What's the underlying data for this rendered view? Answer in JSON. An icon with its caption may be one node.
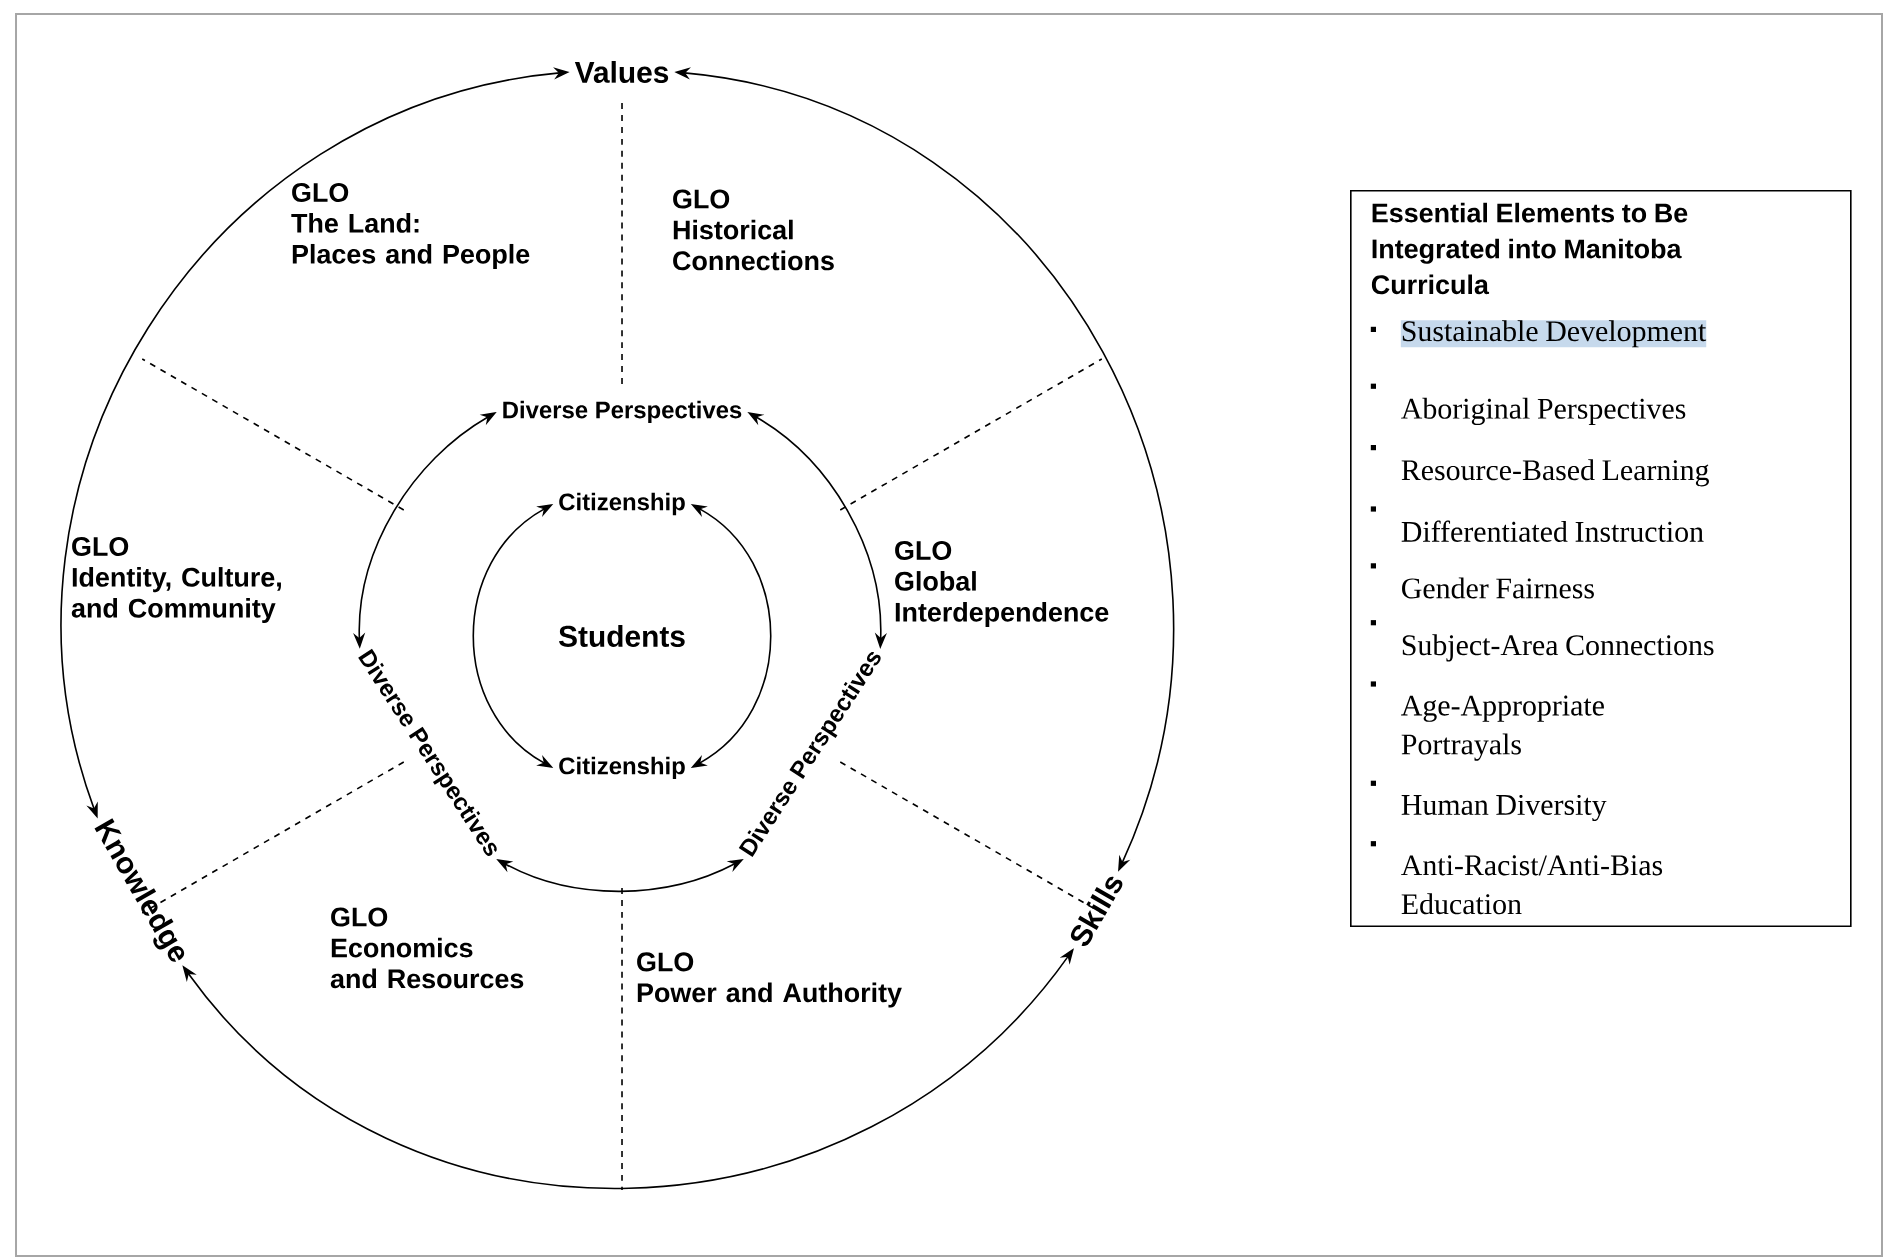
{
  "diagram": {
    "nodes": [
      {
        "text": [
          "Values"
        ]
      },
      {
        "text": [
          "Skills"
        ]
      },
      {
        "text": [
          "Knowledge"
        ]
      },
      {
        "text": [
          "GLO",
          "The Land: Places and People"
        ]
      },
      {
        "text": [
          "GLO",
          "Historical Connections"
        ]
      },
      {
        "text": [
          "GLO",
          "Identity, Culture, and Community"
        ]
      },
      {
        "text": [
          "GLO",
          "Global Interdependence"
        ]
      },
      {
        "text": [
          "GLO",
          "Economics and Resources"
        ]
      },
      {
        "text": [
          "GLO",
          "Power  and  Authority"
        ]
      },
      {
        "text": [
          "Diverse Perspectives"
        ]
      },
      {
        "text": [
          "Diverse Perspectives"
        ]
      },
      {
        "text": [
          "Diverse Perspectives"
        ]
      },
      {
        "text": [
          "Citizenship"
        ]
      },
      {
        "text": [
          "Citizenship"
        ]
      },
      {
        "text": [
          "Students"
        ]
      },
      {
        "text": [
          "Essential Elements to Be Integrated into Manitoba Curricula",
          "Sustainable Development",
          "Aboriginal Perspectives",
          "Resource-Based Learning",
          "Differentiated Instruction",
          "Gender Fairness",
          "Subject-Area Connections",
          "Age-Appropriate Portrayals",
          "Human Diversity",
          "Anti-Racist/Anti-Bias Education"
        ]
      }
    ],
    "edges": [
      {
        "from": 0,
        "to": 2,
        "arrow": "both"
      },
      {
        "from": 0,
        "to": 1,
        "arrow": "both"
      },
      {
        "from": 2,
        "to": 1,
        "arrow": "both"
      },
      {
        "from": 9,
        "to": 10,
        "arrow": "both"
      },
      {
        "from": 9,
        "to": 11,
        "arrow": "both"
      },
      {
        "from": 10,
        "to": 11,
        "arrow": "both"
      },
      {
        "from": 12,
        "to": 13,
        "arrow": "both"
      },
      {
        "from": 12,
        "to": 13,
        "arrow": "both"
      }
    ]
  }
}
